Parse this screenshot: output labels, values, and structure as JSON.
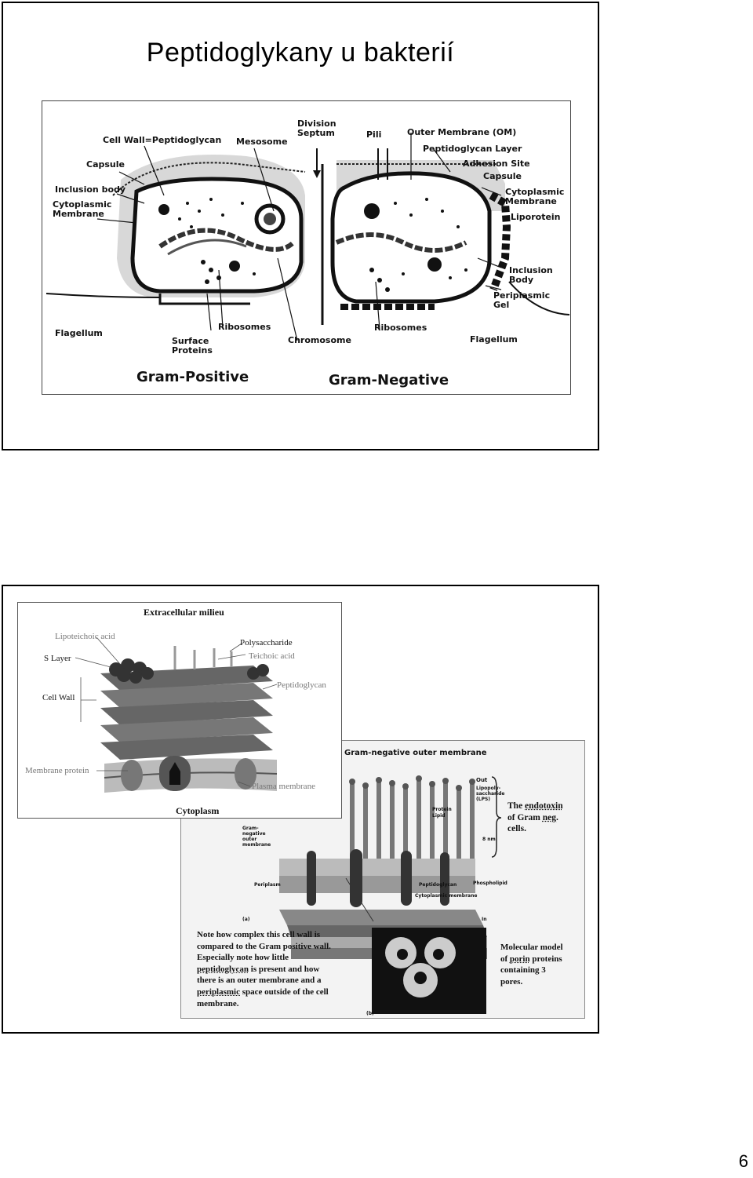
{
  "slide1": {
    "title": "Peptidoglykany u bakterií",
    "labels": {
      "cell_wall": "Cell Wall=Peptidoglycan",
      "mesosome": "Mesosome",
      "division_septum": "Division Septum",
      "pili": "Pili",
      "outer_membrane": "Outer Membrane (OM)",
      "peptidoglycan_layer": "Peptidoglycan Layer",
      "adhesion_site": "Adhesion Site",
      "capsule_right": "Capsule",
      "cytoplasmic_membrane_right": "Cytoplasmic Membrane",
      "lipoprotein": "Liporotein",
      "capsule_left": "Capsule",
      "inclusion_body_left": "Inclusion body",
      "cytoplasmic_membrane_left": "Cytoplasmic Membrane",
      "inclusion_body_right": "Inclusion Body",
      "periplasmic_gel": "Periplasmic Gel",
      "flagellum_left": "Flagellum",
      "surface_proteins": "Surface Proteins",
      "ribosomes_left": "Ribosomes",
      "chromosome": "Chromosome",
      "ribosomes_right": "Ribosomes",
      "flagellum_right": "Flagellum",
      "gram_positive": "Gram-Positive",
      "gram_negative": "Gram-Negative"
    }
  },
  "slide2": {
    "gram_positive_fig": {
      "extracellular": "Extracellular milieu",
      "lipoteichoic_acid": "Lipoteichoic acid",
      "polysaccharide": "Polysaccharide",
      "s_layer": "S Layer",
      "teichoic_acid": "Teichoic acid",
      "cell_wall": "Cell Wall",
      "peptidoglycan": "Peptidoglycan",
      "membrane_protein": "Membrane protein",
      "plasma_membrane": "Plasma membrane",
      "cytoplasm": "Cytoplasm"
    },
    "gram_negative_fig": {
      "title": "Gram-negative outer membrane",
      "out": "Out",
      "lps": "Lipopoly-saccharide (LPS)",
      "protein": "Protein",
      "lipid": "Lipid",
      "gram_negative_outer_membrane": "Gram-negative outer membrane",
      "size": "8 nm",
      "periplasm": "Periplasm",
      "peptidoglycan": "Peptidoglycan",
      "phospholipid": "Phospholipid",
      "cytoplasmic_membrane": "Cytoplasmic membrane",
      "in": "In",
      "panel_a": "(a)",
      "panel_b": "(b)",
      "endotoxin_1": "The",
      "endotoxin_2": "endotoxin",
      "endotoxin_3": "of Gram",
      "endotoxin_4": "neg.",
      "endotoxin_5": "cells.",
      "note_l1": "Note how complex this cell wall is",
      "note_l2": "compared to the Gram positive wall.",
      "note_l3": "Especially note how little",
      "note_l4a": "peptidoglycan",
      "note_l4b": "is present and how",
      "note_l5": "there is an outer membrane and a",
      "note_l6a": "periplasmic",
      "note_l6b": "space outside of the cell",
      "note_l7": "membrane.",
      "porin_l1": "Molecular model",
      "porin_l2a": "of",
      "porin_l2b": "porin",
      "porin_l2c": "proteins",
      "porin_l3": "containing 3",
      "porin_l4": "pores."
    }
  },
  "page_number": "6"
}
